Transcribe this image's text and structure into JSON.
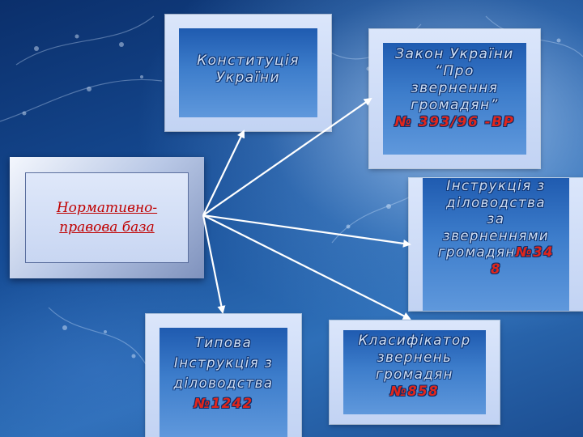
{
  "source_node": {
    "line1": "Нормативно-",
    "line2": "правова база"
  },
  "targets": [
    {
      "id": "constitution",
      "lines": [
        "Конституція",
        "України"
      ],
      "number": ""
    },
    {
      "id": "law",
      "lines": [
        "Закон України",
        "“Про",
        "звернення",
        "громадян”"
      ],
      "number": "№ 393/96 -ВР"
    },
    {
      "id": "instruction-appeals",
      "lines": [
        "Інструкція з",
        "діловодства",
        "за",
        "зверненнями"
      ],
      "last_text": "громадян",
      "number_part1": "№34",
      "number_part2": "8"
    },
    {
      "id": "classifier",
      "lines": [
        "Класифікатор",
        "звернень",
        "громадян"
      ],
      "number": "№858"
    },
    {
      "id": "typical-instruction",
      "lines": [
        "Типова",
        "Інструкція з",
        "діловодства"
      ],
      "number": "№1242"
    }
  ],
  "colors": {
    "accent_number": "#e0261c",
    "source_text": "#c00000",
    "arrow": "#ffffff"
  }
}
